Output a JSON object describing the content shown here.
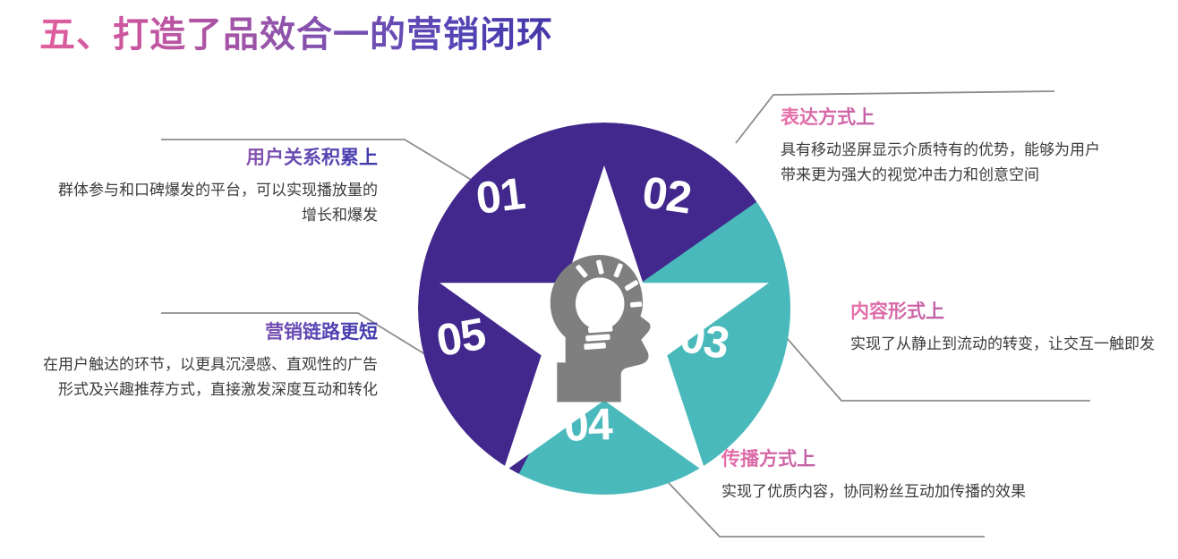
{
  "slide": {
    "title": "五、打造了品效合一的营销闭环",
    "title_gradient_from": "#e0609f",
    "title_gradient_to": "#4536a8"
  },
  "colors": {
    "purple": "#42288c",
    "teal": "#4ab9bc",
    "icon_gray": "#7f7f7f",
    "connector_line": "#8d8d8d",
    "body_text": "#3b3b3b"
  },
  "wheel": {
    "icon_name": "head-lightbulb-icon",
    "segments": [
      {
        "number": "01",
        "color": "#42288c"
      },
      {
        "number": "02",
        "color": "#42288c"
      },
      {
        "number": "03",
        "color": "#4ab9bc"
      },
      {
        "number": "04",
        "color": "#4ab9bc"
      },
      {
        "number": "05",
        "color": "#42288c"
      }
    ]
  },
  "blocks": [
    {
      "id": "01",
      "heading": "用户关系积累上",
      "body": "群体参与和口碑爆发的平台，可以实现播放量的增长和爆发",
      "align": "right"
    },
    {
      "id": "02",
      "heading": "表达方式上",
      "body": "具有移动竖屏显示介质特有的优势，能够为用户带来更为强大的视觉冲击力和创意空间",
      "align": "left"
    },
    {
      "id": "03",
      "heading": "内容形式上",
      "body": "实现了从静止到流动的转变，让交互一触即发",
      "align": "left"
    },
    {
      "id": "04",
      "heading": "传播方式上",
      "body": "实现了优质内容，协同粉丝互动加传播的效果",
      "align": "left"
    },
    {
      "id": "05",
      "heading": "营销链路更短",
      "body": "在用户触达的环节，以更具沉浸感、直观性的广告形式及兴趣推荐方式，直接激发深度互动和转化",
      "align": "right"
    }
  ]
}
